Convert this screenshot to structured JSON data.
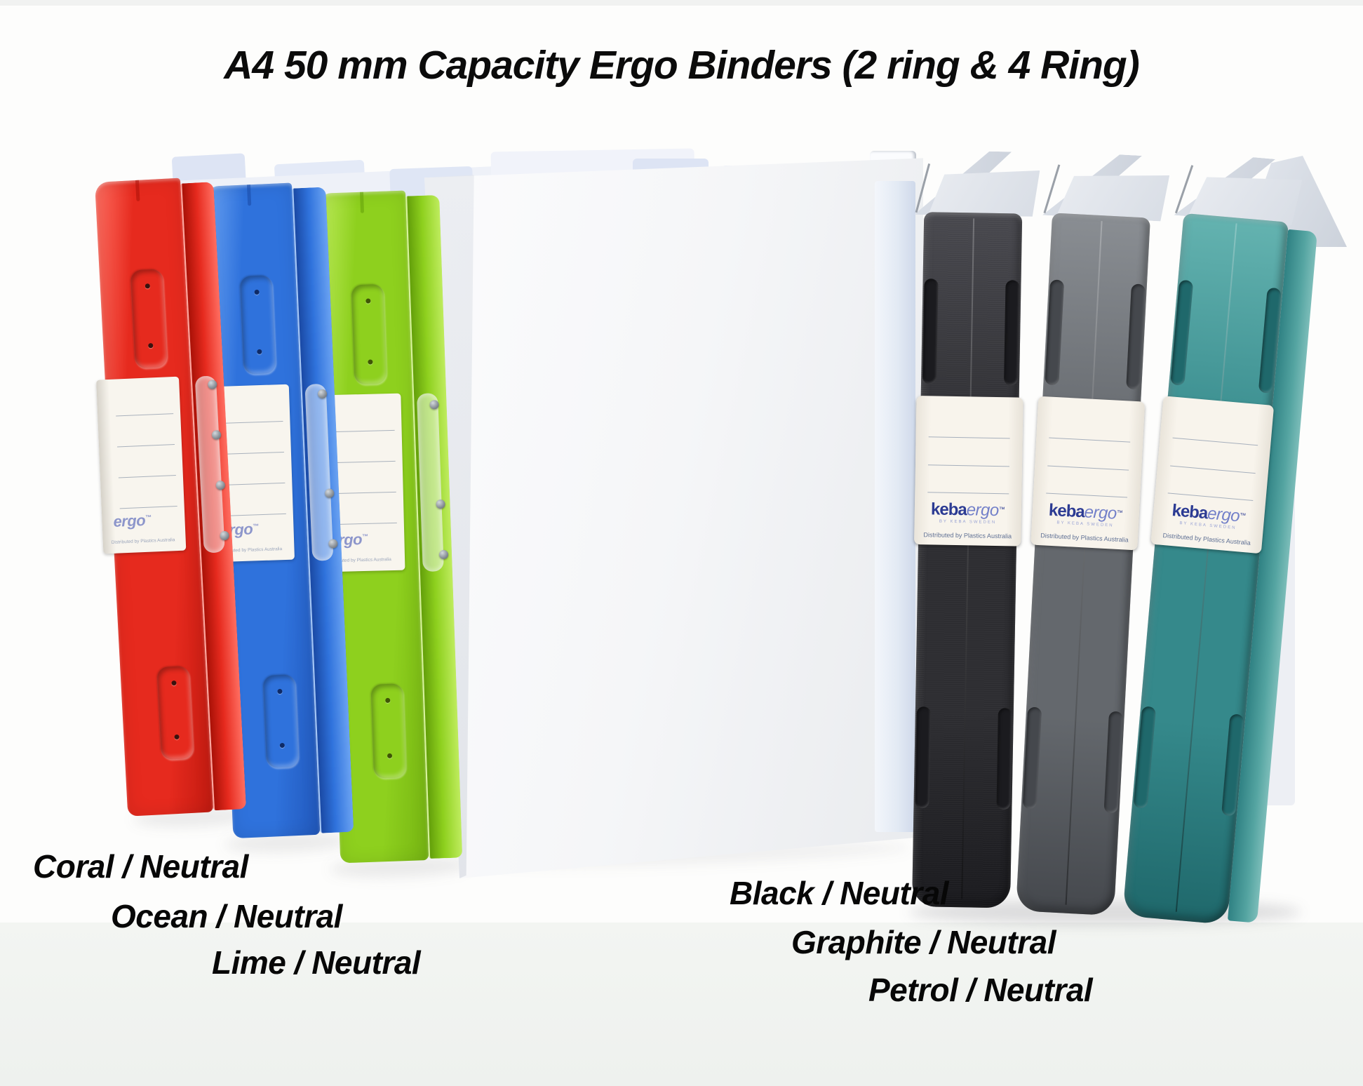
{
  "title": "A4 50 mm Capacity Ergo Binders (2 ring & 4 Ring)",
  "captions": {
    "coral": "Coral / Neutral",
    "ocean": "Ocean / Neutral",
    "lime": "Lime  / Neutral",
    "black": "Black / Neutral",
    "graphite": "Graphite  / Neutral",
    "petrol": "Petrol / Neutral"
  },
  "label": {
    "logo_keba": "keba",
    "logo_ergo": "ergo",
    "logo_tm": "™",
    "logo_tagline": "by keba sweden",
    "distributor": "Distributed by Plastics Australia"
  },
  "colors": {
    "coral": "#e62a1e",
    "ocean": "#2f72dc",
    "lime": "#8ed01e",
    "black": "#2e2e32",
    "graphite": "#64686d",
    "petrol": "#35898b",
    "neutral_cover": "#f0f2f5",
    "label_white": "#f8f4ec",
    "logo_navy": "#2c3b93",
    "logo_ergo_blue": "#7380c9"
  }
}
